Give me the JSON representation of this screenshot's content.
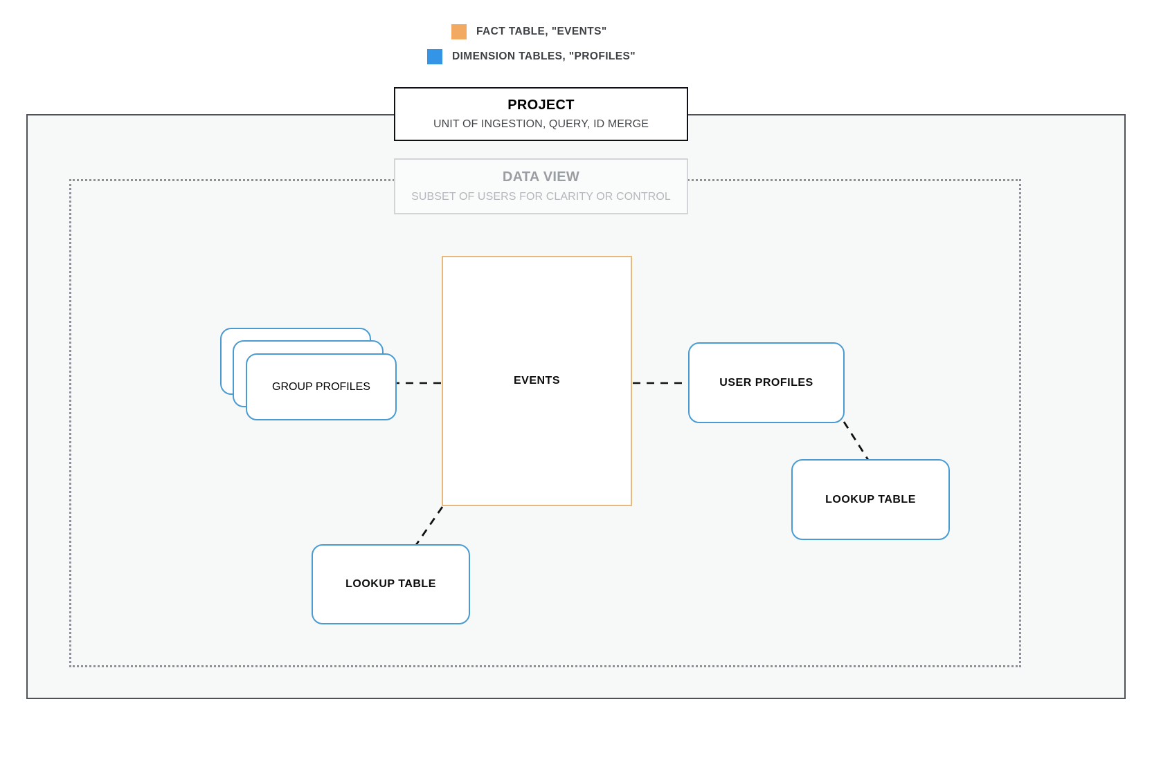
{
  "legend": {
    "items": [
      {
        "swatch_color": "#f2a961",
        "label": "FACT TABLE, \"EVENTS\"",
        "icon": "square-swatch-icon"
      },
      {
        "swatch_color": "#3494e6",
        "label": "DIMENSION TABLES, \"PROFILES\"",
        "icon": "square-swatch-icon"
      }
    ]
  },
  "project": {
    "title": "PROJECT",
    "subtitle": "UNIT OF INGESTION, QUERY, ID MERGE",
    "border_color": "#101114"
  },
  "data_view": {
    "title": "DATA VIEW",
    "subtitle": "SUBSET OF USERS FOR CLARITY OR CONTROL",
    "border_color": "#d2d5d8"
  },
  "nodes": {
    "events": {
      "label": "EVENTS",
      "border_color": "#e8b87c",
      "kind": "fact-table"
    },
    "group_profiles": {
      "label": "GROUP PROFILES",
      "border_color": "#4a9bd1",
      "kind": "dimension-table-stack",
      "stack_count": 3
    },
    "user_profiles": {
      "label": "USER PROFILES",
      "border_color": "#4a9bd1",
      "kind": "dimension-table"
    },
    "lookup_table_left": {
      "label": "LOOKUP TABLE",
      "border_color": "#4a9bd1",
      "kind": "lookup-table"
    },
    "lookup_table_right": {
      "label": "LOOKUP TABLE",
      "border_color": "#4a9bd1",
      "kind": "lookup-table"
    }
  },
  "connectors": {
    "style": "dashed",
    "color": "#111111",
    "edges": [
      {
        "from": "group_profiles",
        "to": "events"
      },
      {
        "from": "events",
        "to": "user_profiles"
      },
      {
        "from": "events",
        "to": "lookup_table_left"
      },
      {
        "from": "user_profiles",
        "to": "lookup_table_right"
      }
    ]
  },
  "canvas": {
    "background": "#ffffff",
    "project_fill": "#f7f8f8"
  }
}
